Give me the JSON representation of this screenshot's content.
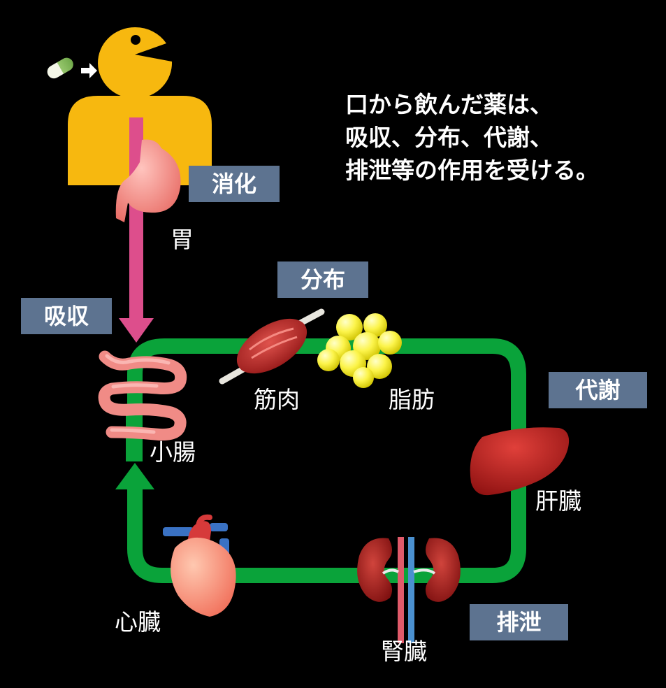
{
  "caption": {
    "lines": [
      "口から飲んだ薬は、",
      "吸収、分布、代謝、",
      "排泄等の作用を受ける。"
    ]
  },
  "stages": {
    "digestion": "消化",
    "absorption": "吸収",
    "distribution": "分布",
    "metabolism": "代謝",
    "excretion": "排泄"
  },
  "organs": {
    "stomach": "胃",
    "small_intestine": "小腸",
    "muscle": "筋肉",
    "fat": "脂肪",
    "liver": "肝臓",
    "heart": "心臓",
    "kidney": "腎臓"
  },
  "icons": [
    "capsule-icon",
    "arrow-right-icon",
    "person-icon",
    "stomach-icon",
    "intestine-icon",
    "muscle-icon",
    "fat-icon",
    "liver-icon",
    "heart-icon",
    "kidney-icon"
  ],
  "colors": {
    "background": "#000000",
    "circulation": "#0aa33a",
    "digestive_path": "#dd4e8c",
    "person": "#f7b80f",
    "label_box": "#5d7390",
    "text": "#ffffff"
  }
}
